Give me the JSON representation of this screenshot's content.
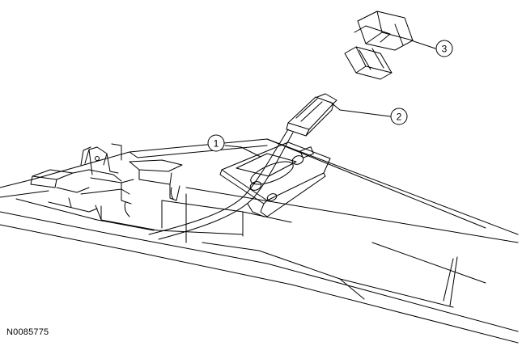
{
  "figure": {
    "reference_id": "N0085775",
    "callouts": [
      {
        "number": "1"
      },
      {
        "number": "2"
      },
      {
        "number": "3"
      }
    ]
  }
}
